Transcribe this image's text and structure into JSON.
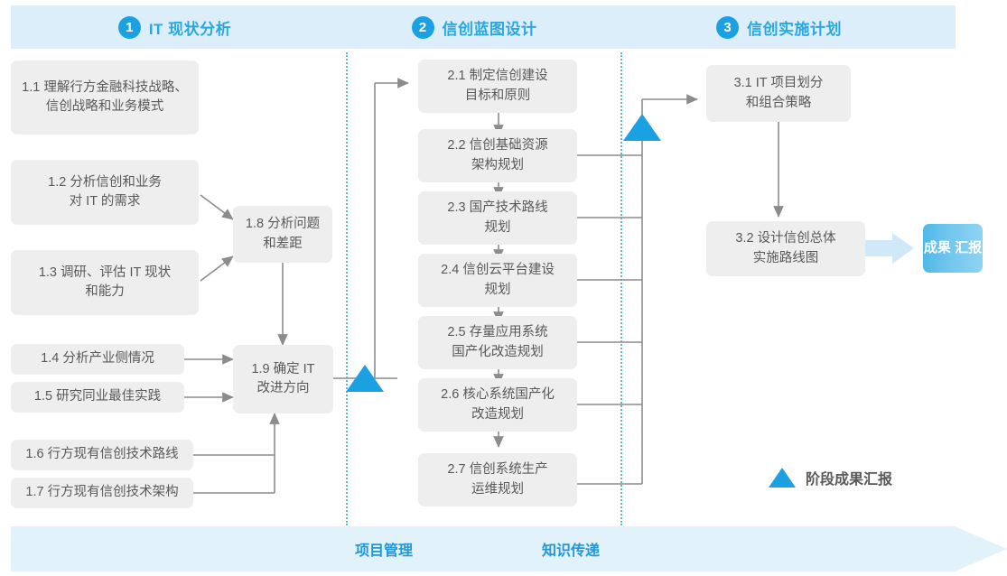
{
  "phases": [
    {
      "num": "1",
      "label": "IT 现状分析"
    },
    {
      "num": "2",
      "label": "信创蓝图设计"
    },
    {
      "num": "3",
      "label": "信创实施计划"
    }
  ],
  "phase1_tasks": [
    {
      "id": "1.1",
      "lines": [
        "1.1 理解行方金融科技战略、",
        "信创战略和业务模式"
      ]
    },
    {
      "id": "1.2",
      "lines": [
        "1.2 分析信创和业务",
        "对 IT 的需求"
      ]
    },
    {
      "id": "1.3",
      "lines": [
        "1.3 调研、评估 IT 现状",
        "和能力"
      ]
    },
    {
      "id": "1.4",
      "lines": [
        "1.4 分析产业侧情况"
      ]
    },
    {
      "id": "1.5",
      "lines": [
        "1.5 研究同业最佳实践"
      ]
    },
    {
      "id": "1.6",
      "lines": [
        "1.6 行方现有信创技术路线"
      ]
    },
    {
      "id": "1.7",
      "lines": [
        "1.7 行方现有信创技术架构"
      ]
    },
    {
      "id": "1.8",
      "lines": [
        "1.8 分析问题",
        "和差距"
      ]
    },
    {
      "id": "1.9",
      "lines": [
        "1.9 确定 IT",
        "改进方向"
      ]
    }
  ],
  "phase2_tasks": [
    {
      "id": "2.1",
      "lines": [
        "2.1 制定信创建设",
        "目标和原则"
      ]
    },
    {
      "id": "2.2",
      "lines": [
        "2.2 信创基础资源",
        "架构规划"
      ]
    },
    {
      "id": "2.3",
      "lines": [
        "2.3 国产技术路线",
        "规划"
      ]
    },
    {
      "id": "2.4",
      "lines": [
        "2.4 信创云平台建设",
        "规划"
      ]
    },
    {
      "id": "2.5",
      "lines": [
        "2.5 存量应用系统",
        "国产化改造规划"
      ]
    },
    {
      "id": "2.6",
      "lines": [
        "2.6 核心系统国产化",
        "改造规划"
      ]
    },
    {
      "id": "2.7",
      "lines": [
        "2.7 信创系统生产",
        "运维规划"
      ]
    }
  ],
  "phase3_tasks": [
    {
      "id": "3.1",
      "lines": [
        "3.1 IT 项目划分",
        "和组合策略"
      ]
    },
    {
      "id": "3.2",
      "lines": [
        "3.2 设计信创总体",
        "实施路线图"
      ]
    }
  ],
  "result": {
    "lines": [
      "成果",
      "汇报"
    ]
  },
  "legend": {
    "text": "阶段成果汇报",
    "marker": "triangle-up"
  },
  "bottom_bar": {
    "labels": [
      "项目管理",
      "知识传递"
    ]
  },
  "colors": {
    "accent": "#1ba1e2",
    "phase_band": "#ddeefb",
    "phase_label": "#29a8e0",
    "bottom_band": "#e2f2fb",
    "bottom_label": "#2196d8",
    "box_fill": "#eeeeee",
    "box_text": "#595959",
    "connector": "#8c8c8c",
    "divider_dotted": "#57b6e0",
    "result_fill": "#72c7ee"
  }
}
